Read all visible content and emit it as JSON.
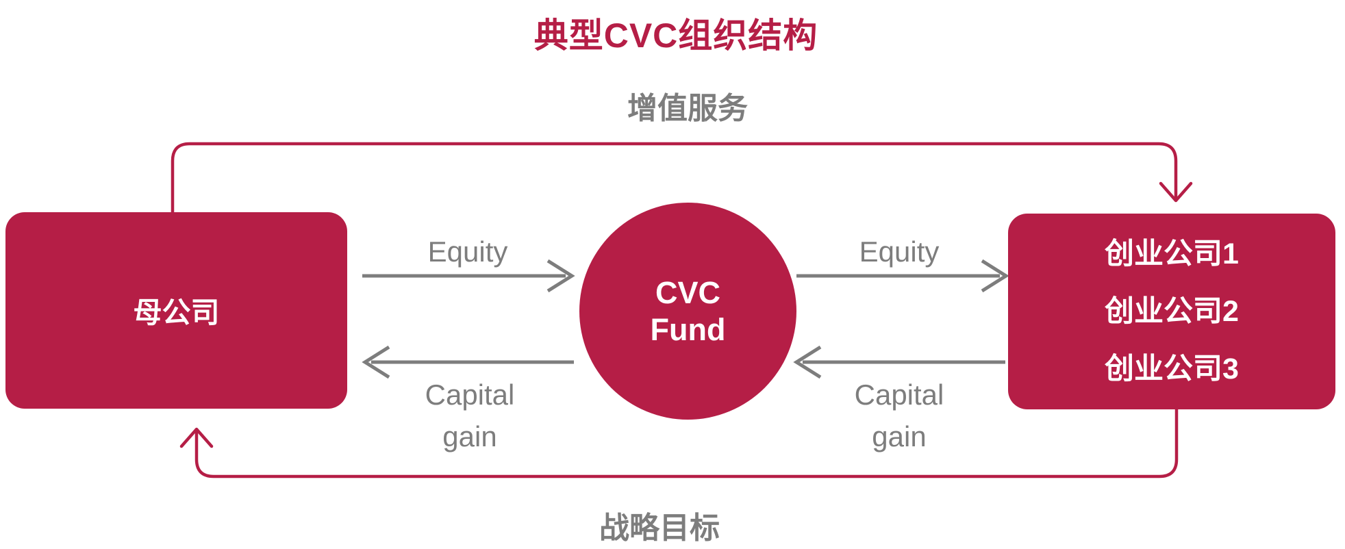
{
  "title": "典型CVC组织结构",
  "labels": {
    "top_flow": "增值服务",
    "bottom_flow": "战略目标"
  },
  "nodes": {
    "parent": "母公司",
    "fund_lines": [
      "CVC",
      "Fund"
    ],
    "startups": [
      "创业公司1",
      "创业公司2",
      "创业公司3"
    ]
  },
  "edges": {
    "equity_label": "Equity",
    "capital_gain_lines": [
      "Capital",
      "gain"
    ]
  },
  "colors": {
    "accent": "#B51E46",
    "gray": "#7D7D7D",
    "node_text": "#FFFFFF",
    "background": "#FFFFFF"
  }
}
